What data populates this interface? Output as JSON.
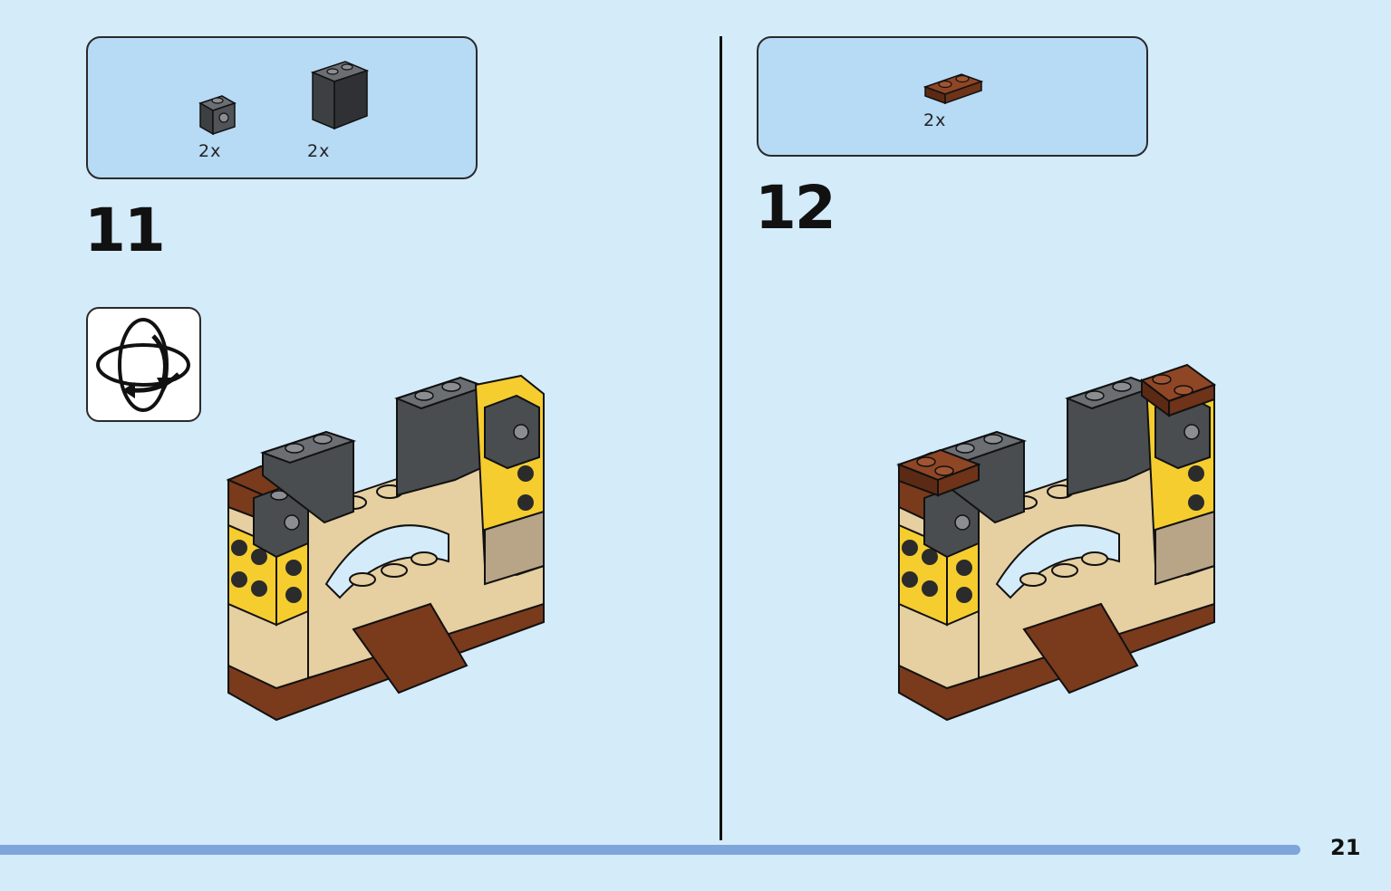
{
  "steps": [
    {
      "number": "11",
      "parts": [
        {
          "name": "1x1 bracket brick, dark grey",
          "qty": "2x"
        },
        {
          "name": "1x2x2 panel, dark grey",
          "qty": "2x"
        }
      ]
    },
    {
      "number": "12",
      "parts": [
        {
          "name": "1x2 plate, reddish brown",
          "qty": "2x"
        }
      ]
    }
  ],
  "page_number": "21",
  "icons": {
    "rotate": "rotate-model-icon"
  },
  "colors": {
    "background": "#d4ebfa",
    "parts_box": "#b7daf5",
    "tan": "#e6cfa0",
    "reddish_brown": "#7a3a1c",
    "dark_grey": "#4a4d50",
    "yellow": "#f5cd2f",
    "progress": "#7fa6da"
  }
}
